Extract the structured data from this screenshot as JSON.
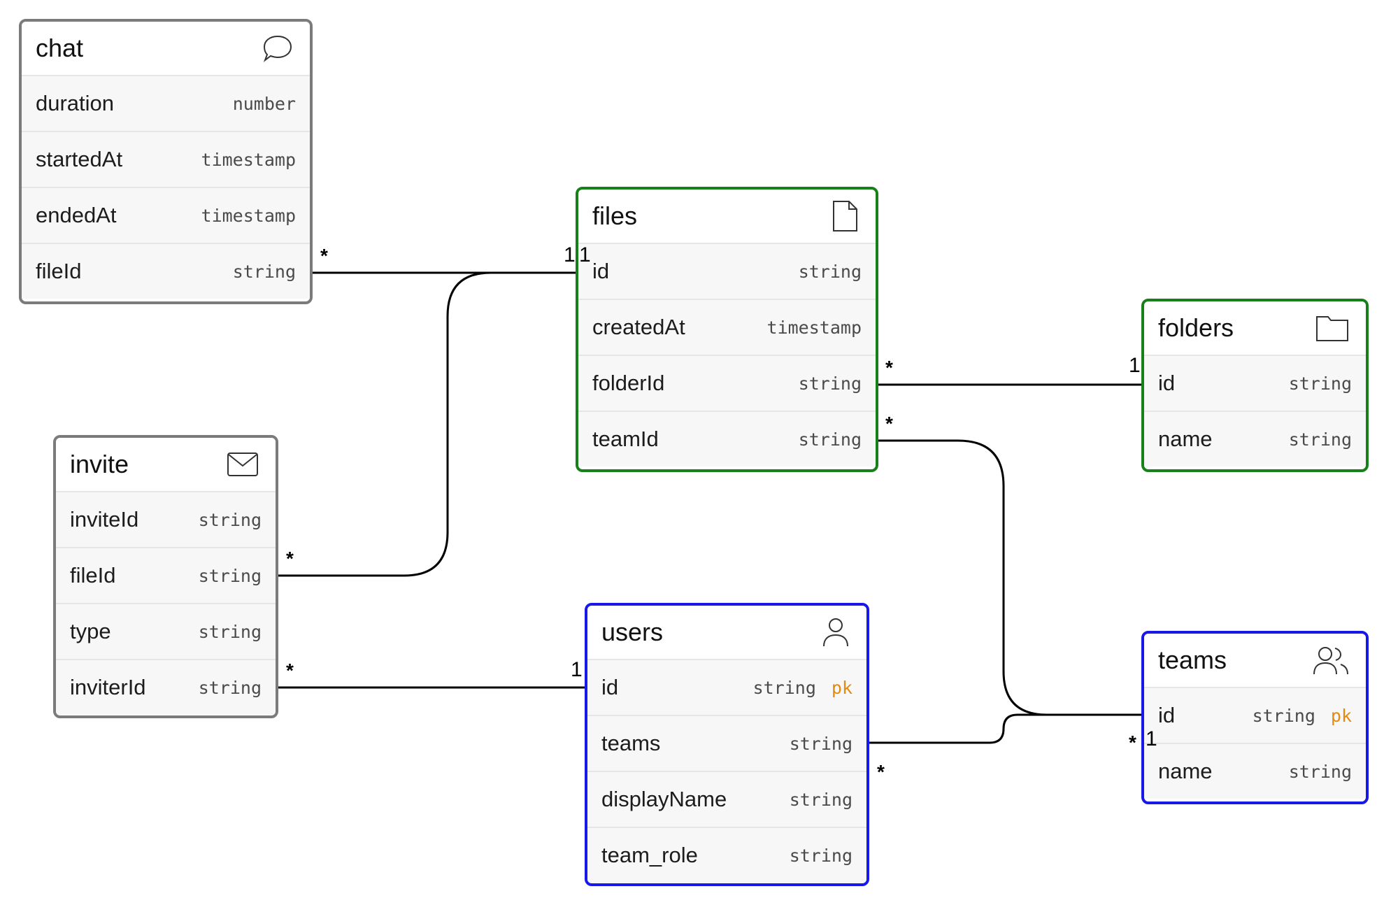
{
  "entities": {
    "chat": {
      "name": "chat",
      "icon": "chat-bubble-icon",
      "fields": [
        {
          "name": "duration",
          "type": "number"
        },
        {
          "name": "startedAt",
          "type": "timestamp"
        },
        {
          "name": "endedAt",
          "type": "timestamp"
        },
        {
          "name": "fileId",
          "type": "string"
        }
      ]
    },
    "invite": {
      "name": "invite",
      "icon": "envelope-icon",
      "fields": [
        {
          "name": "inviteId",
          "type": "string"
        },
        {
          "name": "fileId",
          "type": "string"
        },
        {
          "name": "type",
          "type": "string"
        },
        {
          "name": "inviterId",
          "type": "string"
        }
      ]
    },
    "files": {
      "name": "files",
      "icon": "file-icon",
      "fields": [
        {
          "name": "id",
          "type": "string"
        },
        {
          "name": "createdAt",
          "type": "timestamp"
        },
        {
          "name": "folderId",
          "type": "string"
        },
        {
          "name": "teamId",
          "type": "string"
        }
      ]
    },
    "folders": {
      "name": "folders",
      "icon": "folder-icon",
      "fields": [
        {
          "name": "id",
          "type": "string"
        },
        {
          "name": "name",
          "type": "string"
        }
      ]
    },
    "users": {
      "name": "users",
      "icon": "user-icon",
      "fields": [
        {
          "name": "id",
          "type": "string",
          "key": "pk"
        },
        {
          "name": "teams",
          "type": "string"
        },
        {
          "name": "displayName",
          "type": "string"
        },
        {
          "name": "team_role",
          "type": "string"
        }
      ]
    },
    "teams": {
      "name": "teams",
      "icon": "users-group-icon",
      "fields": [
        {
          "name": "id",
          "type": "string",
          "key": "pk"
        },
        {
          "name": "name",
          "type": "string"
        }
      ]
    }
  },
  "relationships": [
    {
      "from": "chat.fileId",
      "to": "files.id",
      "from_card": "*",
      "to_card": "1"
    },
    {
      "from": "invite.fileId",
      "to": "files.id",
      "from_card": "*",
      "to_card": "1"
    },
    {
      "from": "invite.inviterId",
      "to": "users.id",
      "from_card": "*",
      "to_card": "1"
    },
    {
      "from": "files.folderId",
      "to": "folders.id",
      "from_card": "*",
      "to_card": "1"
    },
    {
      "from": "files.teamId",
      "to": "teams.id",
      "from_card": "*",
      "to_card": "1"
    },
    {
      "from": "users.teams",
      "to": "teams.id",
      "from_card": "*",
      "to_card": "*"
    }
  ],
  "colors": {
    "gray_border": "#7b7b7b",
    "green_border": "#188018",
    "blue_border": "#1818e8",
    "pk": "#e38b0e",
    "edge": "#000000"
  }
}
